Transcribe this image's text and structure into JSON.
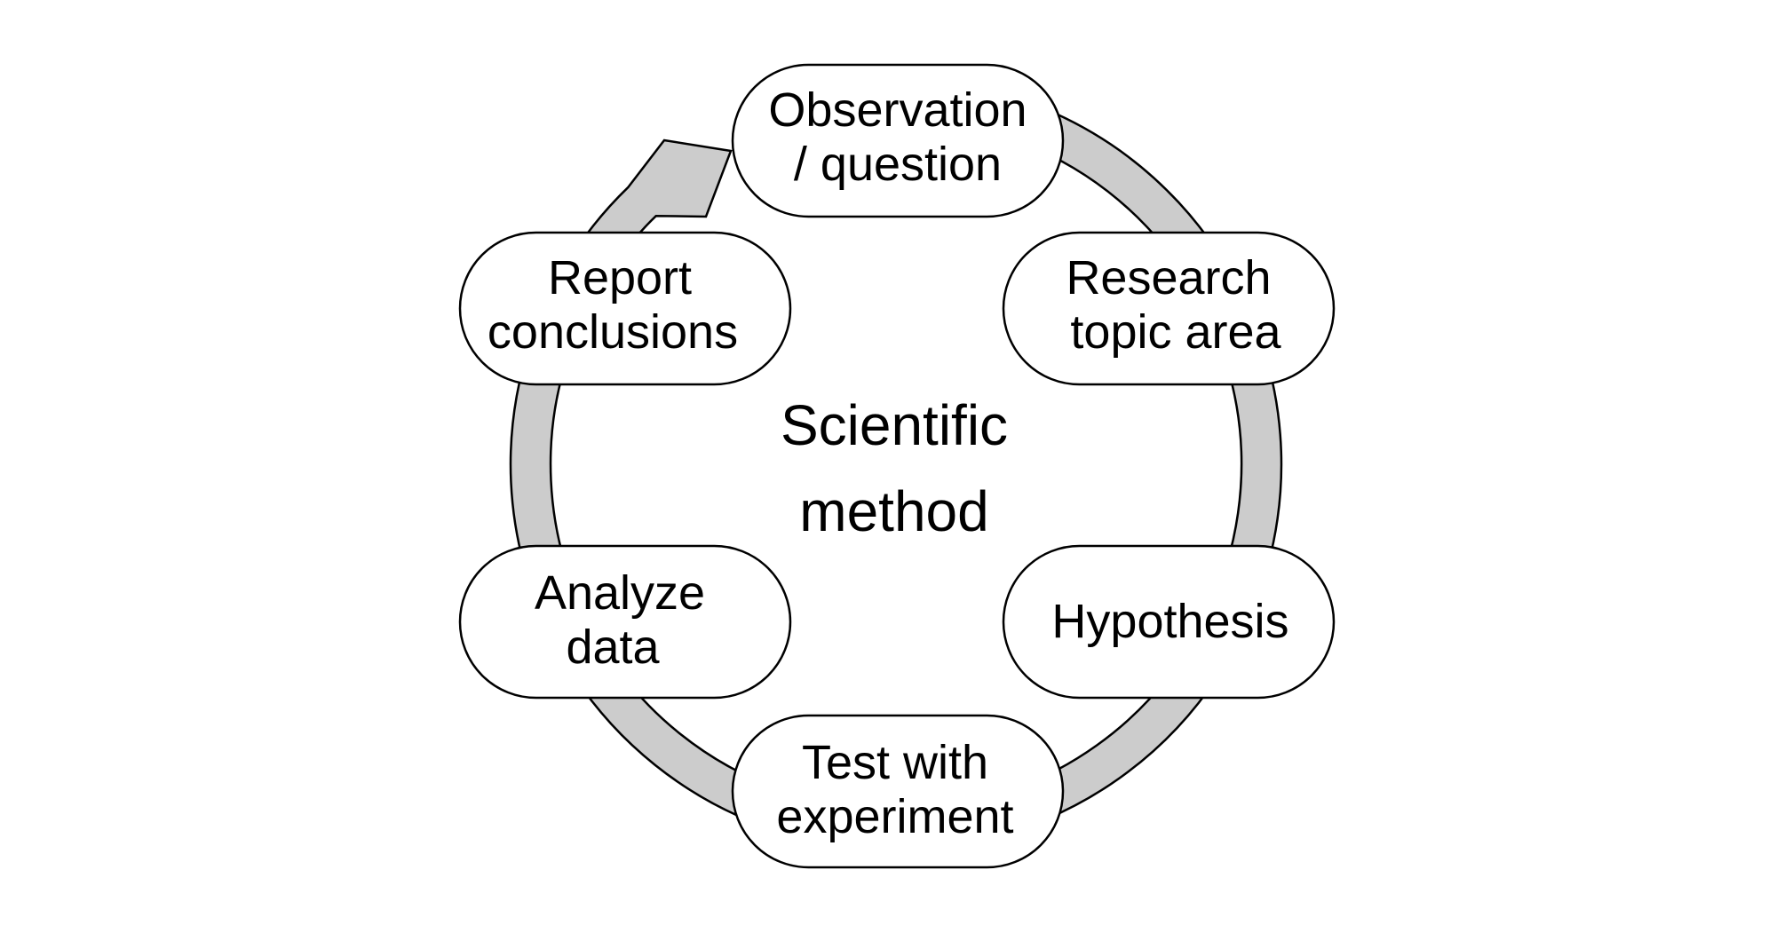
{
  "center_title": {
    "line1": "Scientific",
    "line2": "method"
  },
  "steps": [
    {
      "id": "observation",
      "line1": "Observation",
      "line2": "/ question"
    },
    {
      "id": "research",
      "line1": "Research",
      "line2": "topic area"
    },
    {
      "id": "hypothesis",
      "line1": "Hypothesis"
    },
    {
      "id": "test",
      "line1": "Test with",
      "line2": "experiment"
    },
    {
      "id": "analyze",
      "line1": "Analyze",
      "line2": "data"
    },
    {
      "id": "report",
      "line1": "Report",
      "line2": "conclusions"
    }
  ],
  "colors": {
    "ring_fill": "#cccccc",
    "stroke": "#000000",
    "box_fill": "#ffffff",
    "text": "#000000"
  }
}
